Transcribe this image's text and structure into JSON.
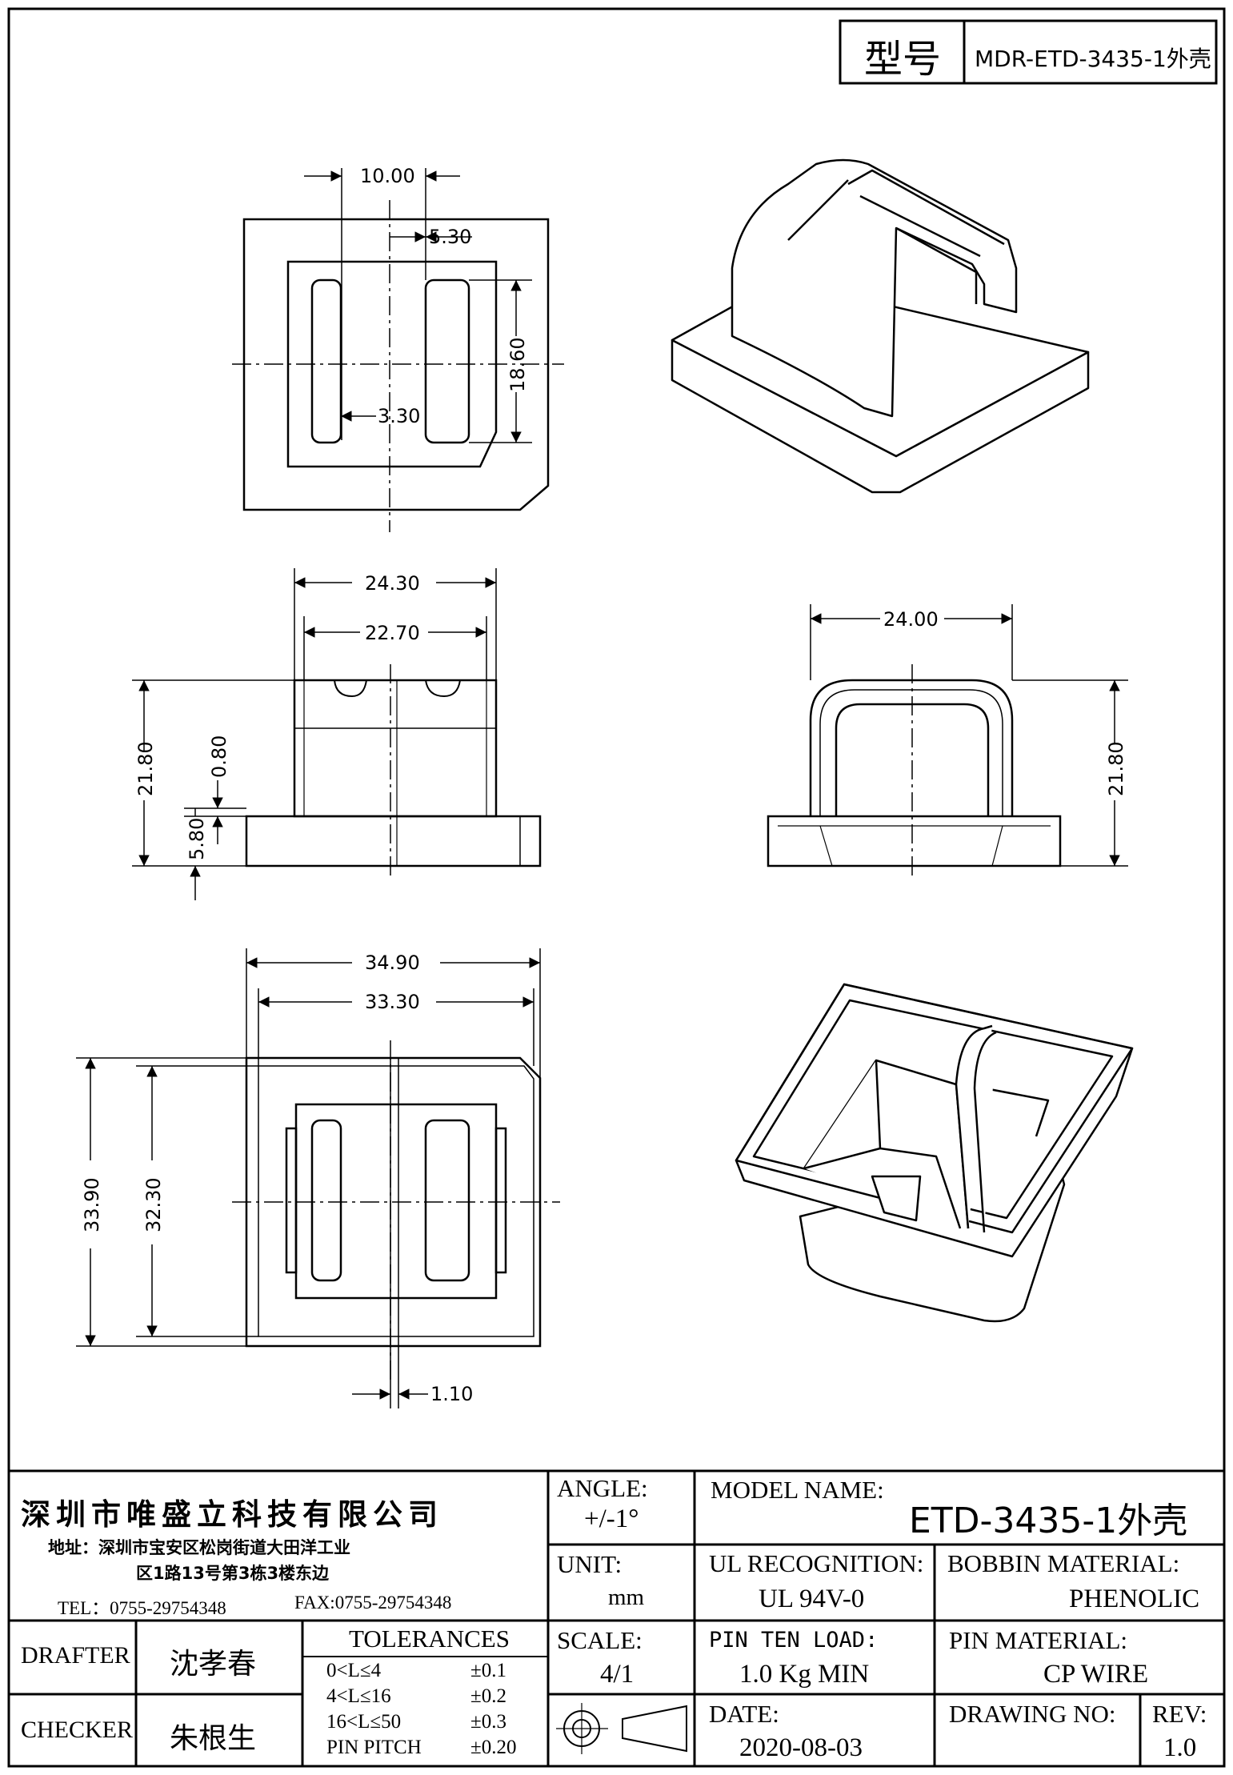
{
  "title_block_top": {
    "label": "型号",
    "model_code": "MDR-ETD-3435-1外壳"
  },
  "company": {
    "name": "深圳市唯盛立科技有限公司",
    "address_line1": "地址：深圳市宝安区松岗街道大田洋工业",
    "address_line2": "区1路13号第3栋3楼东边",
    "tel": "TEL：0755-29754348",
    "fax": "FAX:0755-29754348"
  },
  "angle": {
    "label": "ANGLE:",
    "value": "+/-1°"
  },
  "unit": {
    "label": "UNIT:",
    "value": "mm"
  },
  "scale": {
    "label": "SCALE:",
    "value": "4/1"
  },
  "model_name": {
    "label": "MODEL NAME:",
    "value": "ETD-3435-1外壳"
  },
  "ul": {
    "label": "UL RECOGNITION:",
    "value": "UL 94V-0"
  },
  "bobbin_material": {
    "label": "BOBBIN MATERIAL:",
    "value": "PHENOLIC"
  },
  "pin_ten_load": {
    "label": "PIN TEN LOAD:",
    "value": "1.0 Kg MIN"
  },
  "pin_material": {
    "label": "PIN MATERIAL:",
    "value": "CP WIRE"
  },
  "date": {
    "label": "DATE:",
    "value": "2020-08-03"
  },
  "drawing_no": {
    "label": "DRAWING NO:",
    "value": ""
  },
  "rev": {
    "label": "REV:",
    "value": "1.0"
  },
  "drafter": {
    "label": "DRAFTER",
    "name": "沈孝春"
  },
  "checker": {
    "label": "CHECKER",
    "name": "朱根生"
  },
  "tolerances": {
    "label": "TOLERANCES",
    "rows": [
      {
        "range": "0<L≤4",
        "value": "±0.1"
      },
      {
        "range": "4<L≤16",
        "value": "±0.2"
      },
      {
        "range": "16<L≤50",
        "value": "±0.3"
      },
      {
        "range": "PIN PITCH",
        "value": "±0.20"
      }
    ]
  },
  "dimensions": {
    "top_width": "10.00",
    "top_offset": "5.30",
    "top_height": "18.60",
    "top_slot": "3.30",
    "front_outer": "24.30",
    "front_inner": "22.70",
    "front_height": "21.80",
    "front_step": "0.80",
    "front_base": "5.80",
    "side_width": "24.00",
    "side_height": "21.80",
    "bottom_outer": "34.90",
    "bottom_inner": "33.30",
    "bottom_h_outer": "33.90",
    "bottom_h_inner": "32.30",
    "bottom_gap": "1.10"
  }
}
